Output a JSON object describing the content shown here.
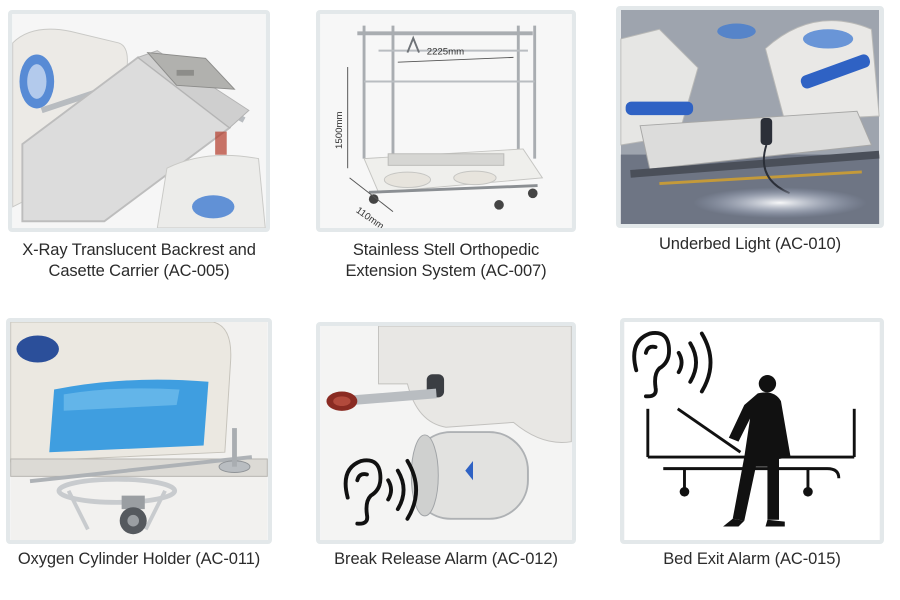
{
  "colors": {
    "frame_border": "#e3e8ea",
    "caption_text": "#2b2b2b",
    "accent_blue": "#2f6fcf",
    "bed_white": "#f3f3f1",
    "steel": "#b9bdc1",
    "silhouette": "#111111"
  },
  "products": [
    {
      "caption_lines": [
        "X-Ray Translucent Backrest and",
        "Casette Carrier (AC-005)"
      ],
      "photo": "xray-backrest-photo"
    },
    {
      "caption_lines": [
        "Stainless Stell Orthopedic",
        "Extension System (AC-007)"
      ],
      "photo": "orthopedic-extension-photo",
      "dimensions": {
        "width": "2225mm",
        "height": "1500mm",
        "depth": "110mm"
      }
    },
    {
      "caption_lines": [
        "Underbed Light (AC-010)"
      ],
      "photo": "underbed-light-photo"
    },
    {
      "caption_lines": [
        "Oxygen Cylinder Holder (AC-011)"
      ],
      "photo": "oxygen-holder-photo"
    },
    {
      "caption_lines": [
        "Break Release Alarm (AC-012)"
      ],
      "photo": "break-release-photo",
      "icon": "ear-sound-icon"
    },
    {
      "caption_lines": [
        "Bed Exit Alarm (AC-015)"
      ],
      "photo": "bed-exit-photo",
      "icon": "ear-sound-icon"
    }
  ]
}
